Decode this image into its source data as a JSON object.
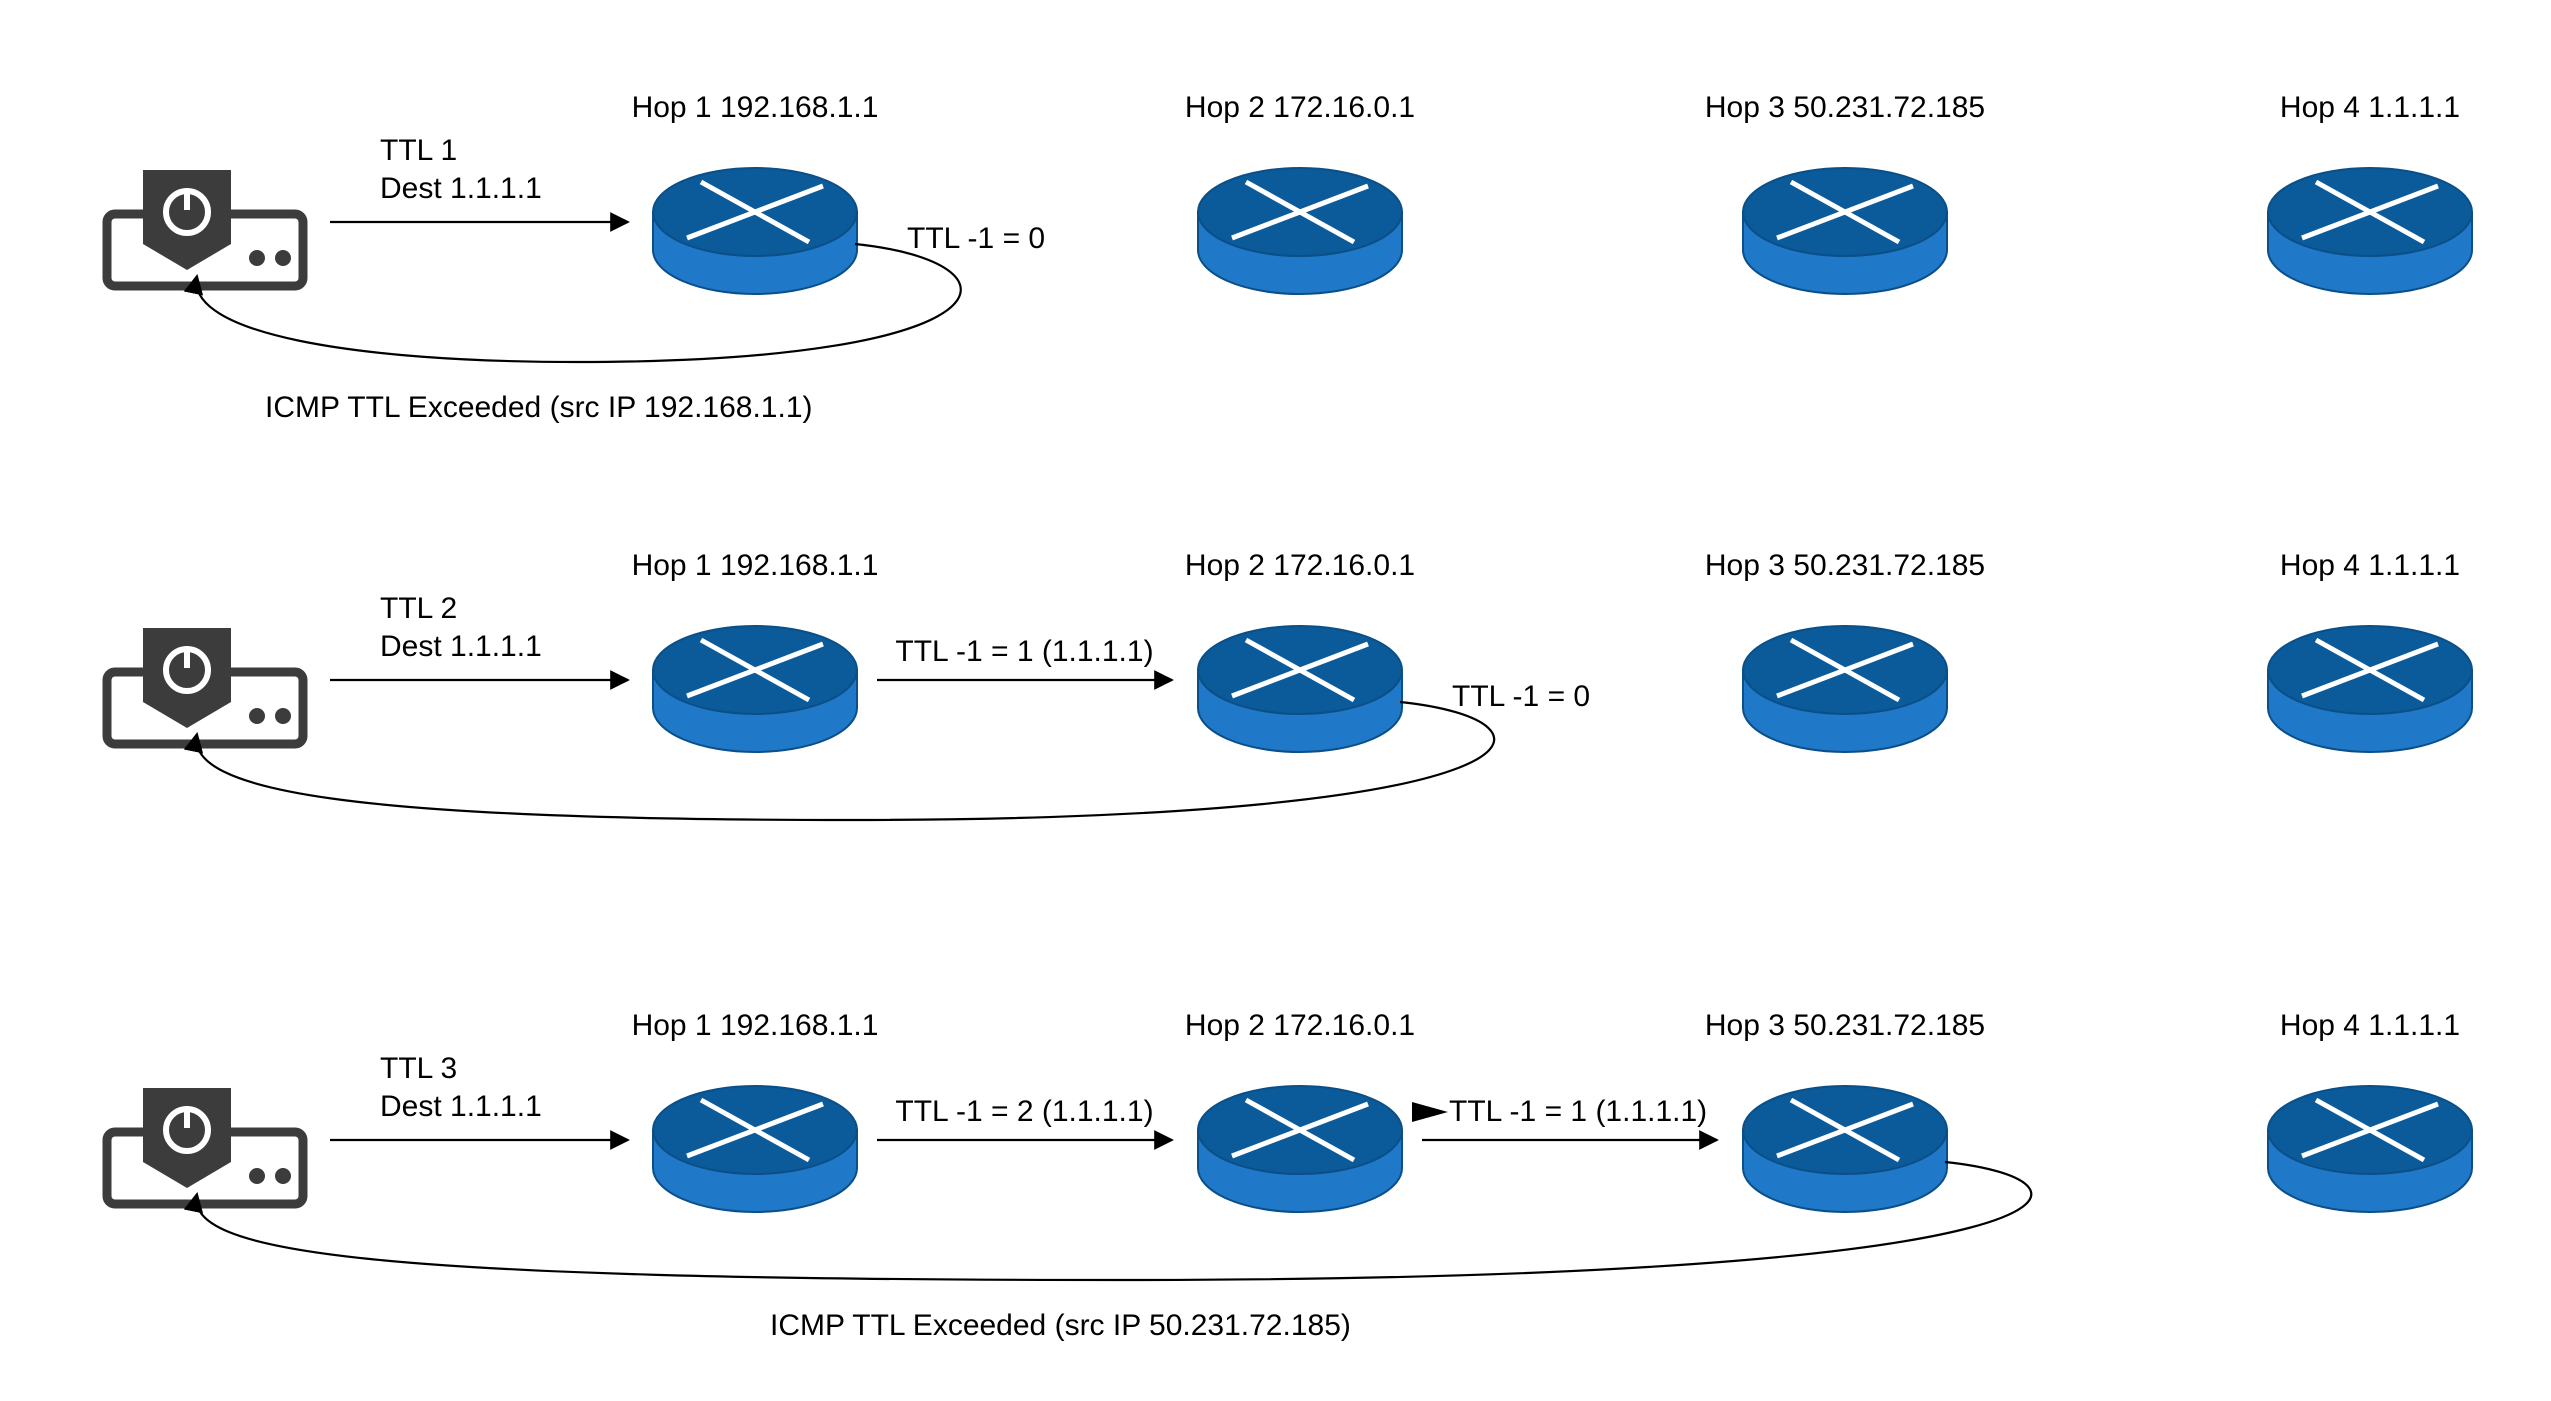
{
  "colors": {
    "router_top": "#0b5a9a",
    "router_side": "#1f78c8",
    "router_edge": "#0a4f87",
    "router_cross": "#ffffff",
    "computer": "#3c3c3c",
    "line": "#000000",
    "background": "#ffffff"
  },
  "hops": [
    {
      "label": "Hop 1 192.168.1.1"
    },
    {
      "label": "Hop 2 172.16.0.1"
    },
    {
      "label": "Hop 3 50.231.72.185"
    },
    {
      "label": "Hop 4 1.1.1.1"
    }
  ],
  "rows": [
    {
      "ttl_label": "TTL 1",
      "dest_label": "Dest 1.1.1.1",
      "forward_labels": [],
      "expire_label": "TTL -1 = 0",
      "return_label": "ICMP TTL Exceeded (src IP 192.168.1.1)"
    },
    {
      "ttl_label": "TTL 2",
      "dest_label": "Dest 1.1.1.1",
      "forward_labels": [
        "TTL -1 = 1 (1.1.1.1)"
      ],
      "expire_label": "TTL -1 = 0",
      "return_label": ""
    },
    {
      "ttl_label": "TTL 3",
      "dest_label": "Dest 1.1.1.1",
      "forward_labels": [
        "TTL -1 = 2 (1.1.1.1)",
        "TTL -1 = 1 (1.1.1.1)"
      ],
      "expire_label": "",
      "return_label": "ICMP TTL Exceeded (src IP 50.231.72.185)"
    }
  ]
}
